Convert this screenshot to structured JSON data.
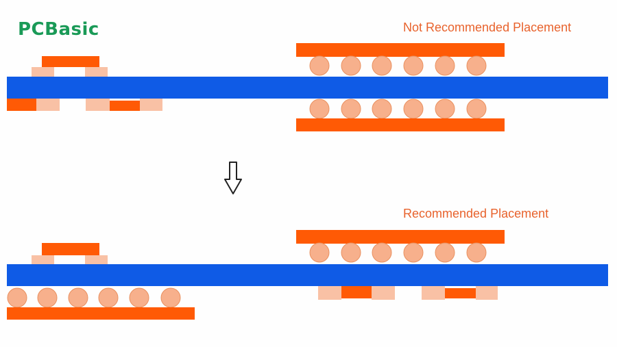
{
  "brand": {
    "name": "PCBasic",
    "color": "#1a9a57"
  },
  "labels": {
    "not_recommended": "Not Recommended Placement",
    "recommended": "Recommended Placement",
    "color": "#e8622c"
  },
  "colors": {
    "board": "#0f5be6",
    "pad": "#ff5a05",
    "lead": "#f9c1a5",
    "ball": "#f7b08c",
    "ball_stroke": "#e9905f",
    "arrow": "#222222"
  },
  "icons": {
    "transition": "arrow-down-icon"
  }
}
